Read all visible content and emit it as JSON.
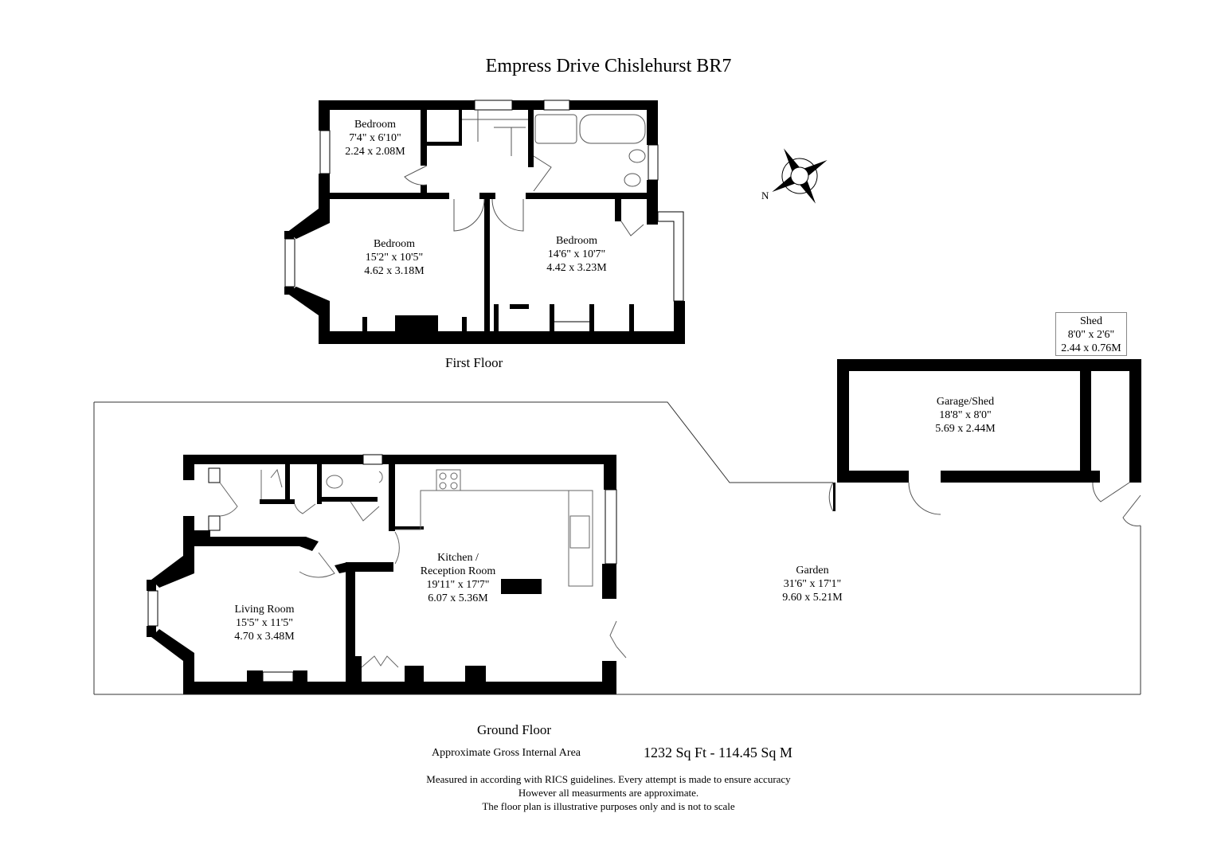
{
  "title": "Empress Drive Chislehurst BR7",
  "floors": {
    "first": {
      "label": "First Floor",
      "rooms": [
        {
          "name": "Bedroom",
          "imperial": "7'4\" x 6'10\"",
          "metric": "2.24 x 2.08M"
        },
        {
          "name": "Bedroom",
          "imperial": "15'2\" x 10'5\"",
          "metric": "4.62 x 3.18M"
        },
        {
          "name": "Bedroom",
          "imperial": "14'6\" x 10'7\"",
          "metric": "4.42 x 3.23M"
        }
      ]
    },
    "ground": {
      "label": "Ground Floor",
      "rooms": [
        {
          "name": "Living Room",
          "imperial": "15'5\" x 11'5\"",
          "metric": "4.70 x 3.48M"
        },
        {
          "name": "Kitchen /",
          "name2": "Reception Room",
          "imperial": "19'11\" x 17'7\"",
          "metric": "6.07 x 5.36M"
        },
        {
          "name": "Garden",
          "imperial": "31'6\" x 17'1\"",
          "metric": "9.60 x 5.21M"
        },
        {
          "name": "Garage/Shed",
          "imperial": "18'8\" x 8'0\"",
          "metric": "5.69 x 2.44M"
        },
        {
          "name": "Shed",
          "imperial": "8'0\" x 2'6\"",
          "metric": "2.44 x 0.76M"
        }
      ]
    }
  },
  "compass": {
    "label": "N",
    "icon": "compass-rose-icon"
  },
  "area": {
    "label": "Approximate Gross Internal Area",
    "value": "1232 Sq Ft - 114.45 Sq M"
  },
  "disclaimer": [
    "Measured in according with RICS guidelines. Every attempt is made to ensure accuracy",
    "However all measurments are approximate.",
    "The floor plan is illustrative purposes only and is not to scale"
  ]
}
